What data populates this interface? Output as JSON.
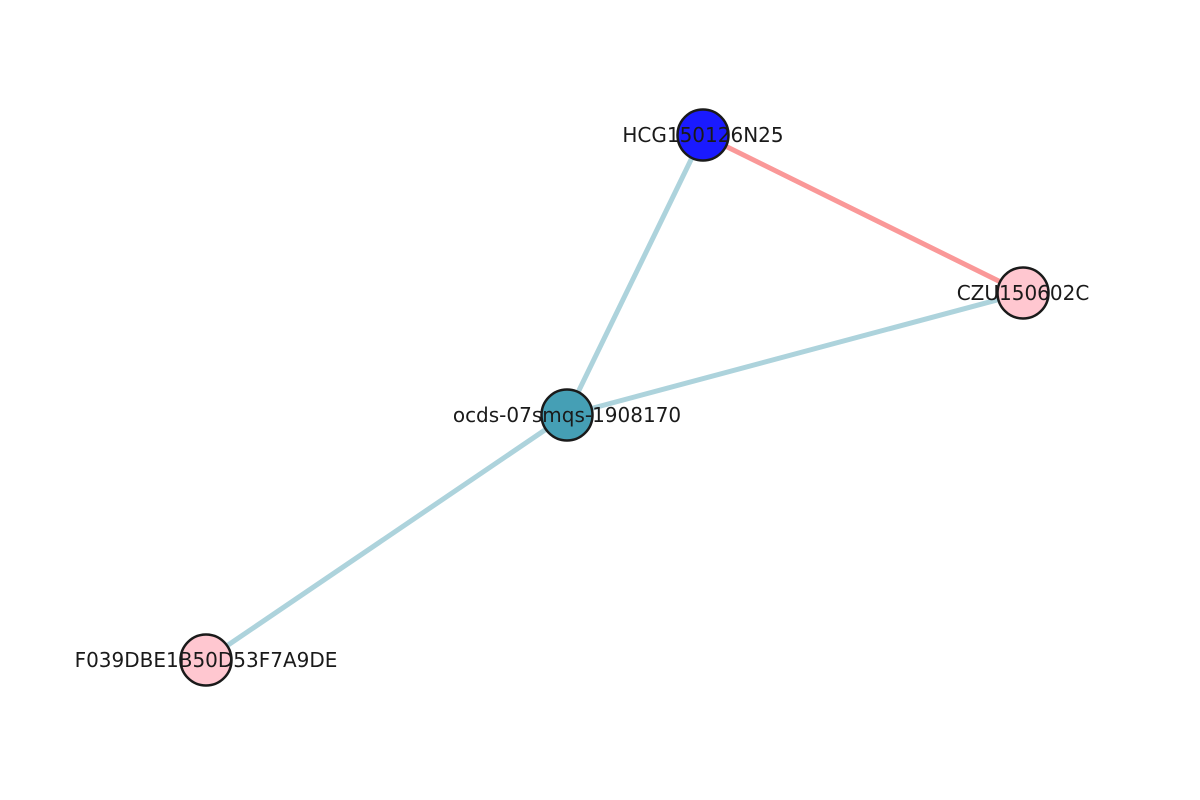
{
  "graph": {
    "nodes": [
      {
        "id": "hcg",
        "label": "HCG150126N25",
        "color": "#1a1aff"
      },
      {
        "id": "czu",
        "label": "CZU150602C",
        "color": "#ffc7d0"
      },
      {
        "id": "ocds",
        "label": "ocds-07smqs-1908170",
        "color": "#459fb5"
      },
      {
        "id": "f039",
        "label": "F039DBE1B50D53F7A9DE",
        "color": "#ffc7d0"
      }
    ],
    "edges": [
      {
        "from": "hcg",
        "to": "czu",
        "color": "#fa9898"
      },
      {
        "from": "hcg",
        "to": "ocds",
        "color": "#add3dc"
      },
      {
        "from": "czu",
        "to": "ocds",
        "color": "#add3dc"
      },
      {
        "from": "ocds",
        "to": "f039",
        "color": "#add3dc"
      }
    ],
    "node_outline_color": "#1a1a1a"
  }
}
